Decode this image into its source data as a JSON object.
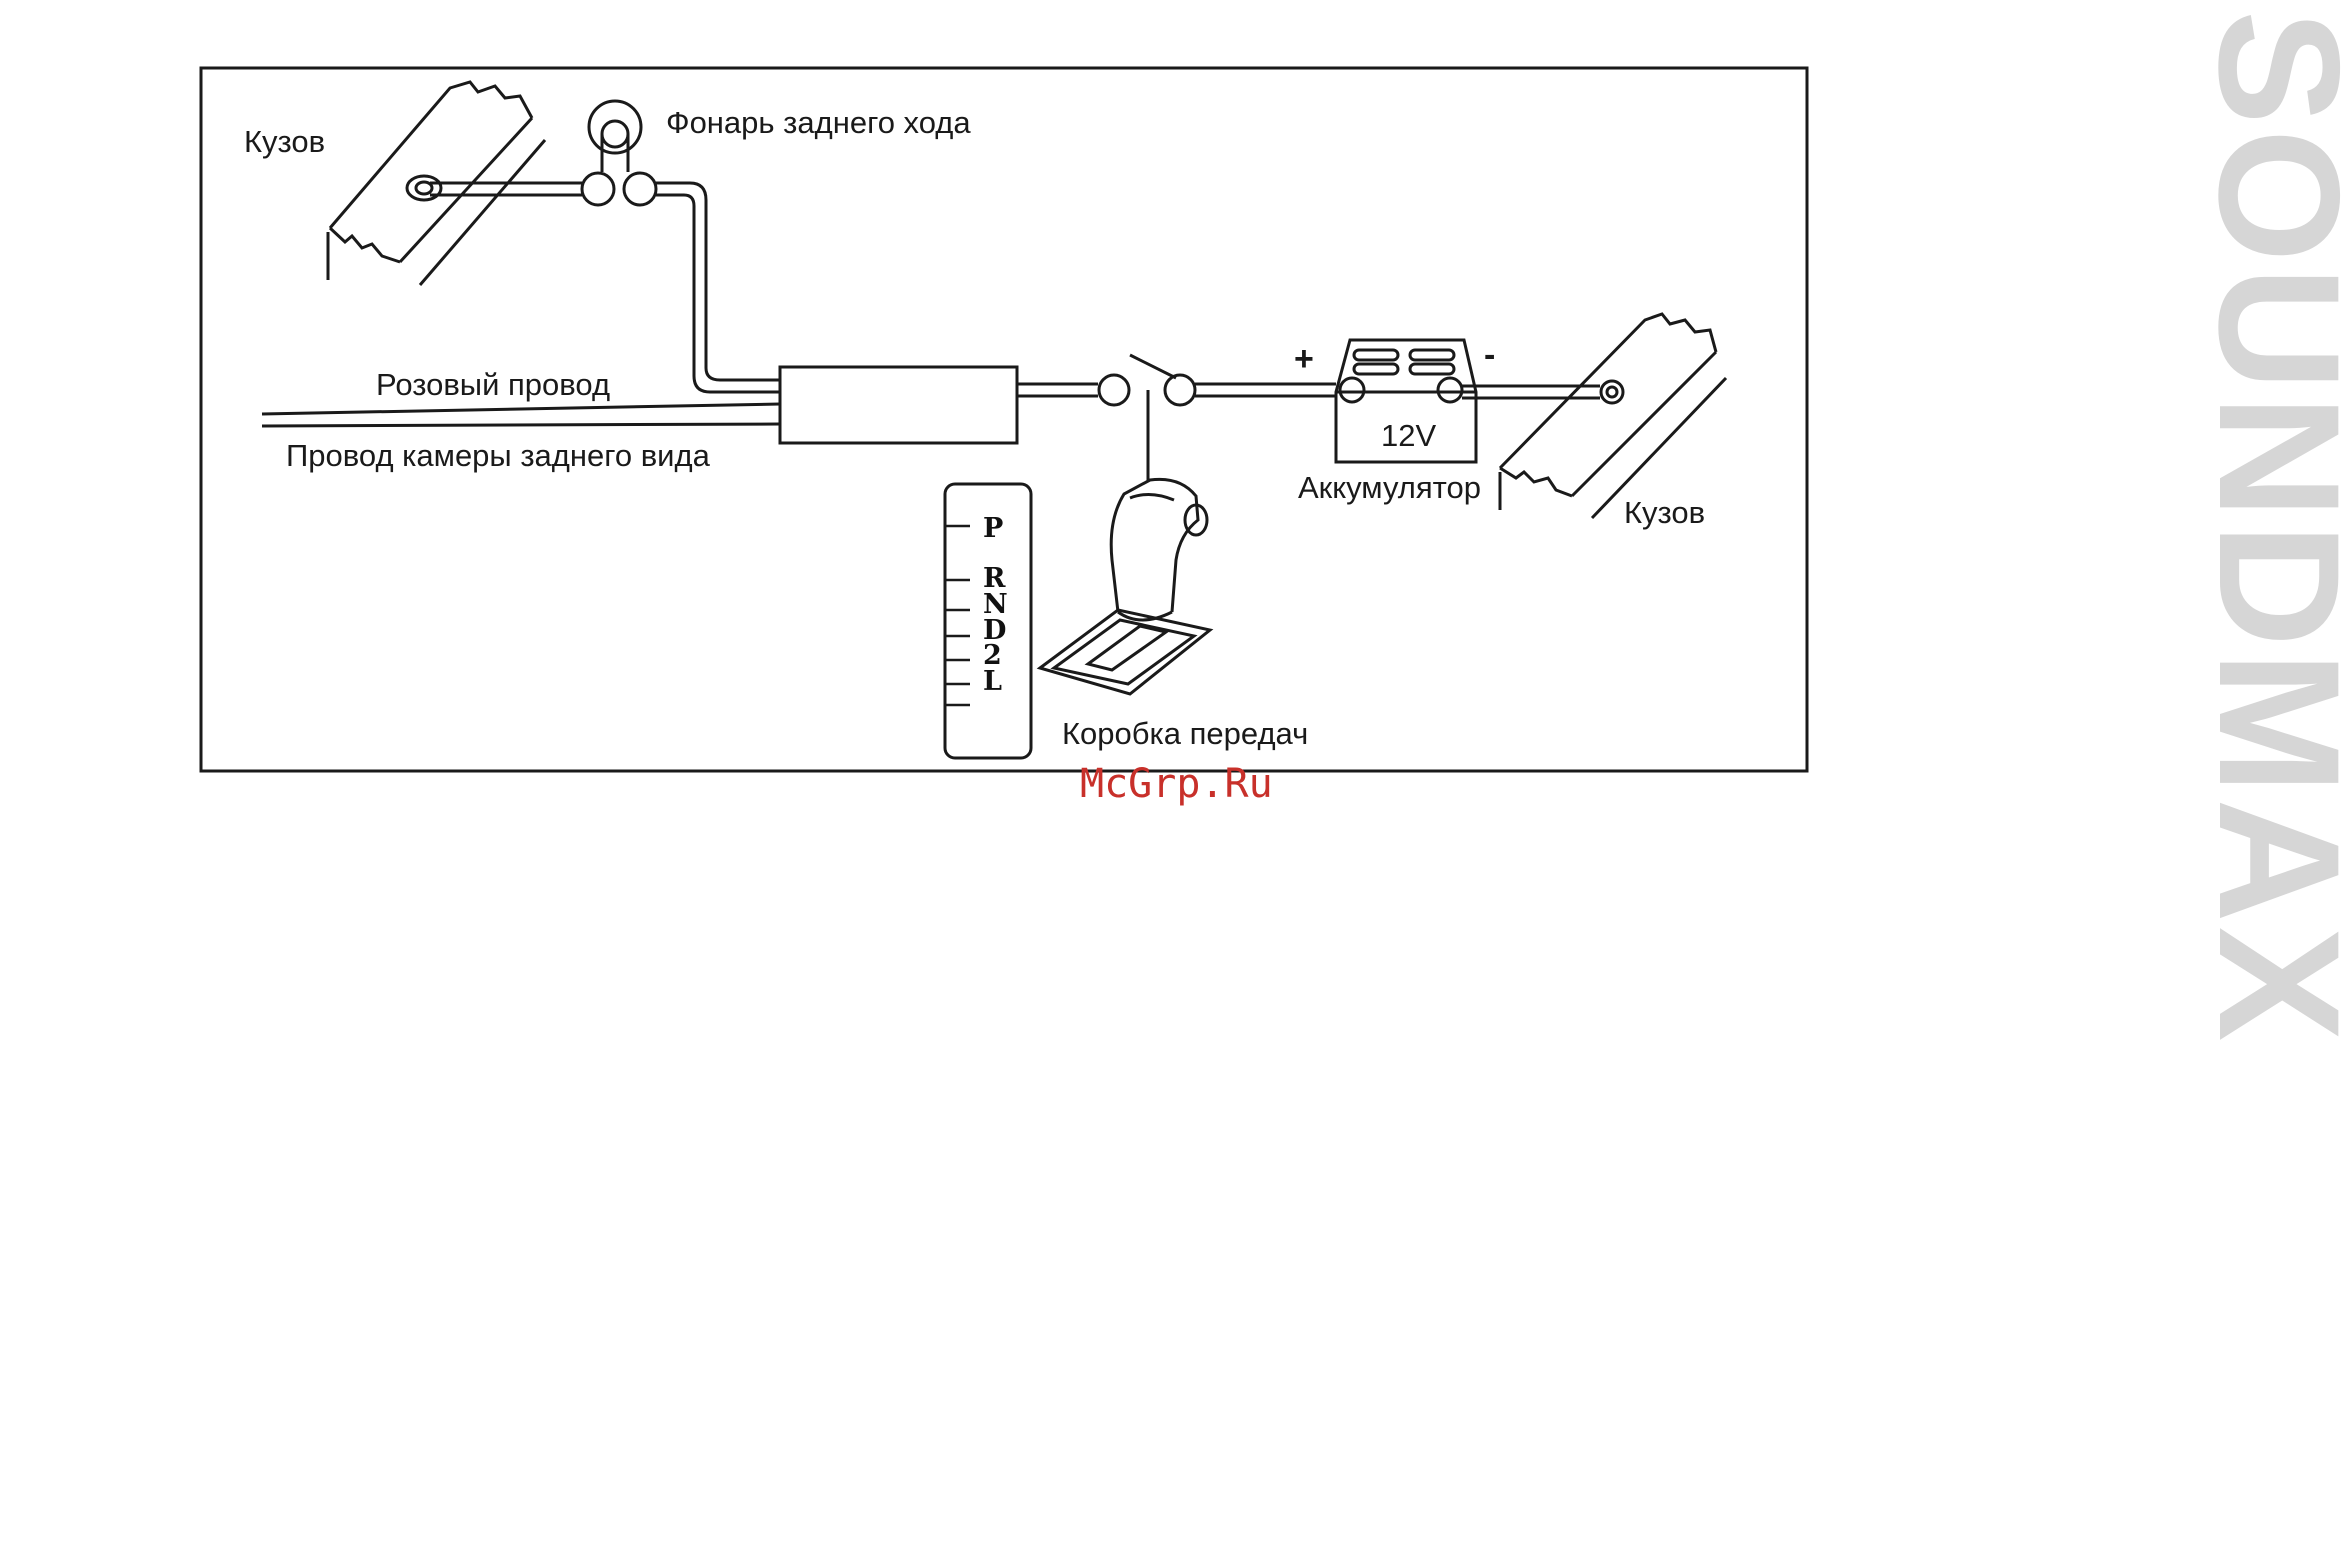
{
  "labels": {
    "body_left": "Кузов",
    "reverse_lamp": "Фонарь заднего хода",
    "pink_wire": "Розовый провод",
    "camera_wire": "Провод камеры заднего вида",
    "battery": "Аккумулятор",
    "voltage": "12V",
    "plus": "+",
    "minus": "-",
    "body_right": "Кузов",
    "gearbox": "Коробка передач"
  },
  "gear_positions": [
    "P",
    "R",
    "N",
    "D",
    "2",
    "L"
  ],
  "watermark": "McGrp.Ru",
  "brand": "SOUNDMAX",
  "colors": {
    "watermark": "#c8302a",
    "brand": "#d6d6d6",
    "ink": "#1a1a1a"
  }
}
